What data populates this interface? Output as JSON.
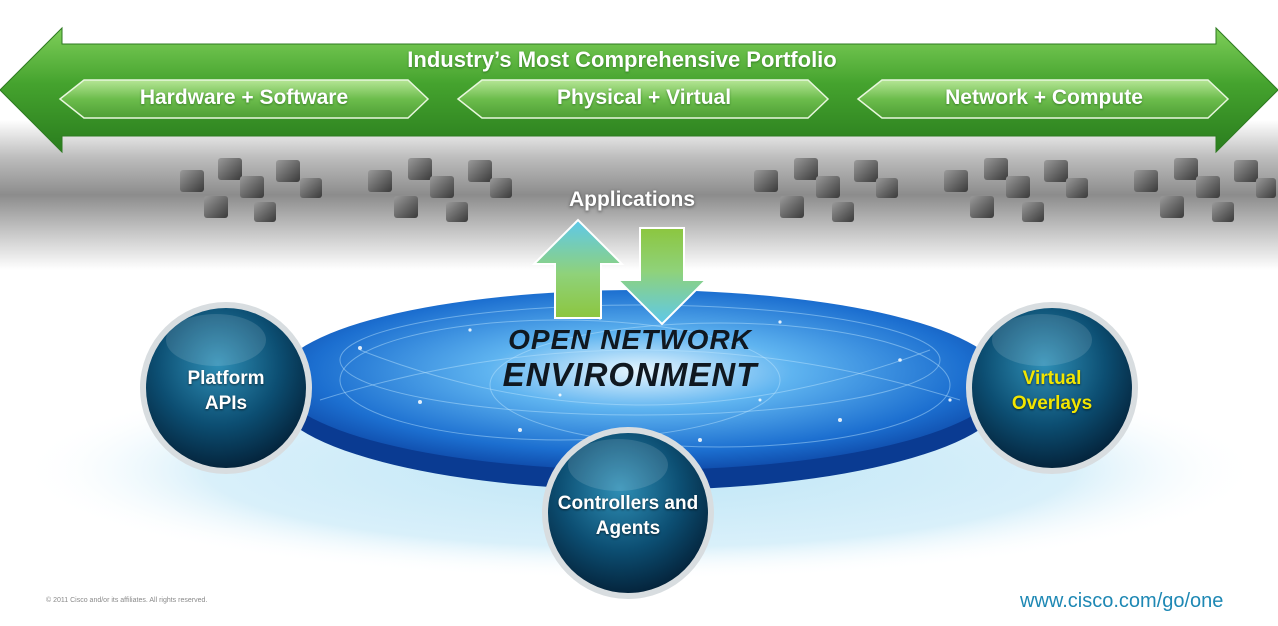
{
  "banner": {
    "title": "Industry’s Most Comprehensive Portfolio",
    "segments": [
      {
        "label": "Hardware + Software"
      },
      {
        "label": "Physical + Virtual"
      },
      {
        "label": "Network + Compute"
      }
    ]
  },
  "applications": {
    "label": "Applications"
  },
  "platform": {
    "line1": "OPEN NETWORK",
    "line2": "ENVIRONMENT"
  },
  "orbs": {
    "left": {
      "line1": "Platform",
      "line2": "APIs",
      "color": "#ffffff"
    },
    "bottom": {
      "line1": "Controllers and",
      "line2": "Agents",
      "color": "#ffffff"
    },
    "right": {
      "line1": "Virtual",
      "line2": "Overlays",
      "color": "#f2e600"
    }
  },
  "footer": {
    "copyright": "© 2011 Cisco and/or its affiliates. All rights reserved.",
    "url": "www.cisco.com/go/one"
  },
  "colors": {
    "banner_green": "#3f9a2c",
    "url_blue": "#1e88b4",
    "overlay_yellow": "#f2e600"
  }
}
